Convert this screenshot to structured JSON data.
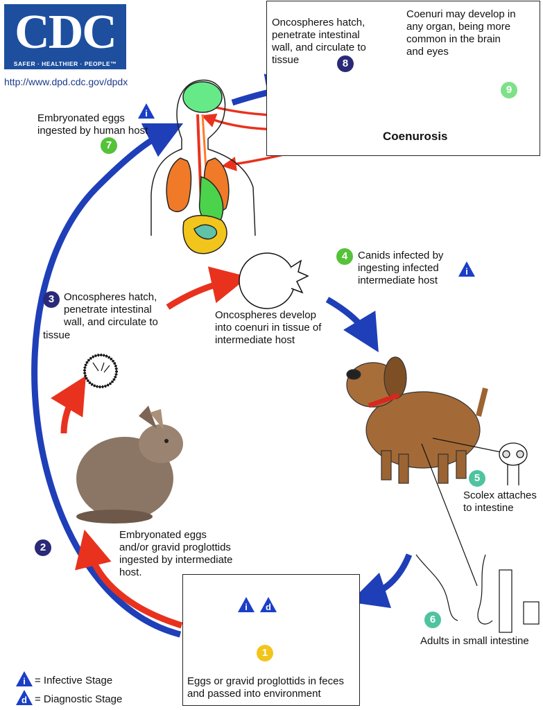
{
  "logo": {
    "name": "CDC",
    "tagline": "SAFER · HEALTHIER · PEOPLE™"
  },
  "url": "http://www.dpd.cdc.gov/dpdx",
  "colors": {
    "blue_arrow": "#1f3fb8",
    "red_arrow": "#e8321e",
    "box_border": "#222222",
    "badge_dark": "#2a2a78",
    "badge_green": "#55c23a",
    "badge_lightgreen": "#7fe08a",
    "badge_teal": "#4fc3a0",
    "badge_yellow": "#f2c51c",
    "triangle_blue": "#1b3ec6"
  },
  "steps": {
    "s1": {
      "num": "1",
      "text": [
        "Eggs or gravid proglottids in feces",
        "and passed into environment"
      ]
    },
    "s2": {
      "num": "2"
    },
    "s3": {
      "num": "3",
      "text": [
        "Oncospheres hatch,",
        "penetrate intestinal",
        "wall, and circulate to",
        "tissue"
      ]
    },
    "s4": {
      "num": "4",
      "text": [
        "Canids infected by",
        "ingesting infected",
        "intermediate host"
      ]
    },
    "s5": {
      "num": "5",
      "text": [
        "Scolex attaches",
        "to intestine"
      ]
    },
    "s6": {
      "num": "6",
      "text": [
        "Adults in small intestine"
      ]
    },
    "s7": {
      "num": "7",
      "text": [
        "Embryonated eggs",
        "ingested by human host"
      ]
    },
    "s8": {
      "num": "8",
      "text": [
        "Oncospheres hatch,",
        "penetrate intestinal",
        "wall, and circulate to",
        "tissue"
      ]
    },
    "s9": {
      "num": "9",
      "text": [
        "Coenuri may develop in",
        "any organ, being more",
        "common in the brain",
        "and eyes"
      ]
    }
  },
  "labels": {
    "coenurosis": "Coenurosis",
    "develop": [
      "Oncospheres develop",
      "into coenuri in tissue of",
      "intermediate host"
    ],
    "ingested_intermediate": [
      "Embryonated eggs",
      "and/or gravid proglottids",
      "ingested by intermediate",
      "host."
    ]
  },
  "legend": {
    "infective": {
      "symbol": "i",
      "text": "= Infective Stage"
    },
    "diagnostic": {
      "symbol": "d",
      "text": "= Diagnostic Stage"
    }
  }
}
